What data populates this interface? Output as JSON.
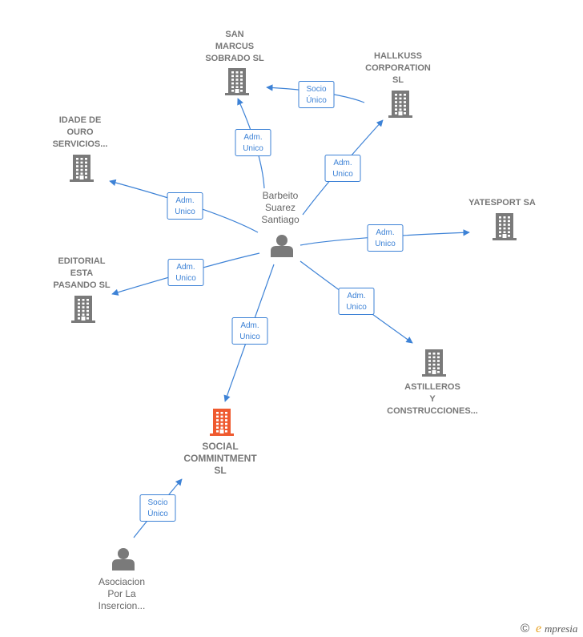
{
  "colors": {
    "edge": "#3d82d6",
    "building": "#7a7a7a",
    "building_focus": "#ef5a2f",
    "person": "#7a7a7a",
    "logo_accent": "#e8a020"
  },
  "nodes": [
    {
      "id": "san_marcus",
      "type": "company",
      "lines": [
        "SAN",
        "MARCUS",
        "SOBRADO  SL"
      ]
    },
    {
      "id": "hallkuss",
      "type": "company",
      "lines": [
        "HALLKUSS",
        "CORPORATION",
        "SL"
      ]
    },
    {
      "id": "idade",
      "type": "company",
      "lines": [
        "IDADE DE",
        "OURO",
        "SERVICIOS..."
      ]
    },
    {
      "id": "yatesport",
      "type": "company",
      "lines": [
        "YATESPORT SA"
      ]
    },
    {
      "id": "editorial",
      "type": "company",
      "lines": [
        "EDITORIAL",
        "ESTA",
        "PASANDO  SL"
      ]
    },
    {
      "id": "astilleros",
      "type": "company",
      "lines": [
        "ASTILLEROS",
        "Y",
        "CONSTRUCCIONES..."
      ]
    },
    {
      "id": "social",
      "type": "company",
      "focus": true,
      "lines": [
        "SOCIAL",
        "COMMINTMENT",
        "SL"
      ]
    },
    {
      "id": "barbeito",
      "type": "person",
      "lines": [
        "Barbeito",
        "Suarez",
        "Santiago"
      ]
    },
    {
      "id": "asociacion",
      "type": "person",
      "lines": [
        "Asociacion",
        "Por La",
        "Insercion..."
      ]
    }
  ],
  "edges": [
    {
      "id": "e1",
      "from": "barbeito",
      "to": "san_marcus",
      "lines": [
        "Adm.",
        "Unico"
      ]
    },
    {
      "id": "e2",
      "from": "hallkuss",
      "to": "san_marcus",
      "lines": [
        "Socio",
        "Único"
      ]
    },
    {
      "id": "e3",
      "from": "barbeito",
      "to": "hallkuss",
      "lines": [
        "Adm.",
        "Unico"
      ]
    },
    {
      "id": "e4",
      "from": "barbeito",
      "to": "idade",
      "lines": [
        "Adm.",
        "Unico"
      ]
    },
    {
      "id": "e5",
      "from": "barbeito",
      "to": "yatesport",
      "lines": [
        "Adm.",
        "Unico"
      ]
    },
    {
      "id": "e6",
      "from": "barbeito",
      "to": "editorial",
      "lines": [
        "Adm.",
        "Unico"
      ]
    },
    {
      "id": "e7",
      "from": "barbeito",
      "to": "astilleros",
      "lines": [
        "Adm.",
        "Unico"
      ]
    },
    {
      "id": "e8",
      "from": "barbeito",
      "to": "social",
      "lines": [
        "Adm.",
        "Unico"
      ]
    },
    {
      "id": "e9",
      "from": "asociacion",
      "to": "social",
      "lines": [
        "Socio",
        "Único"
      ]
    }
  ],
  "footer": {
    "copyright_symbol": "©",
    "brand_initial": "e",
    "brand_rest": "mpresia"
  }
}
